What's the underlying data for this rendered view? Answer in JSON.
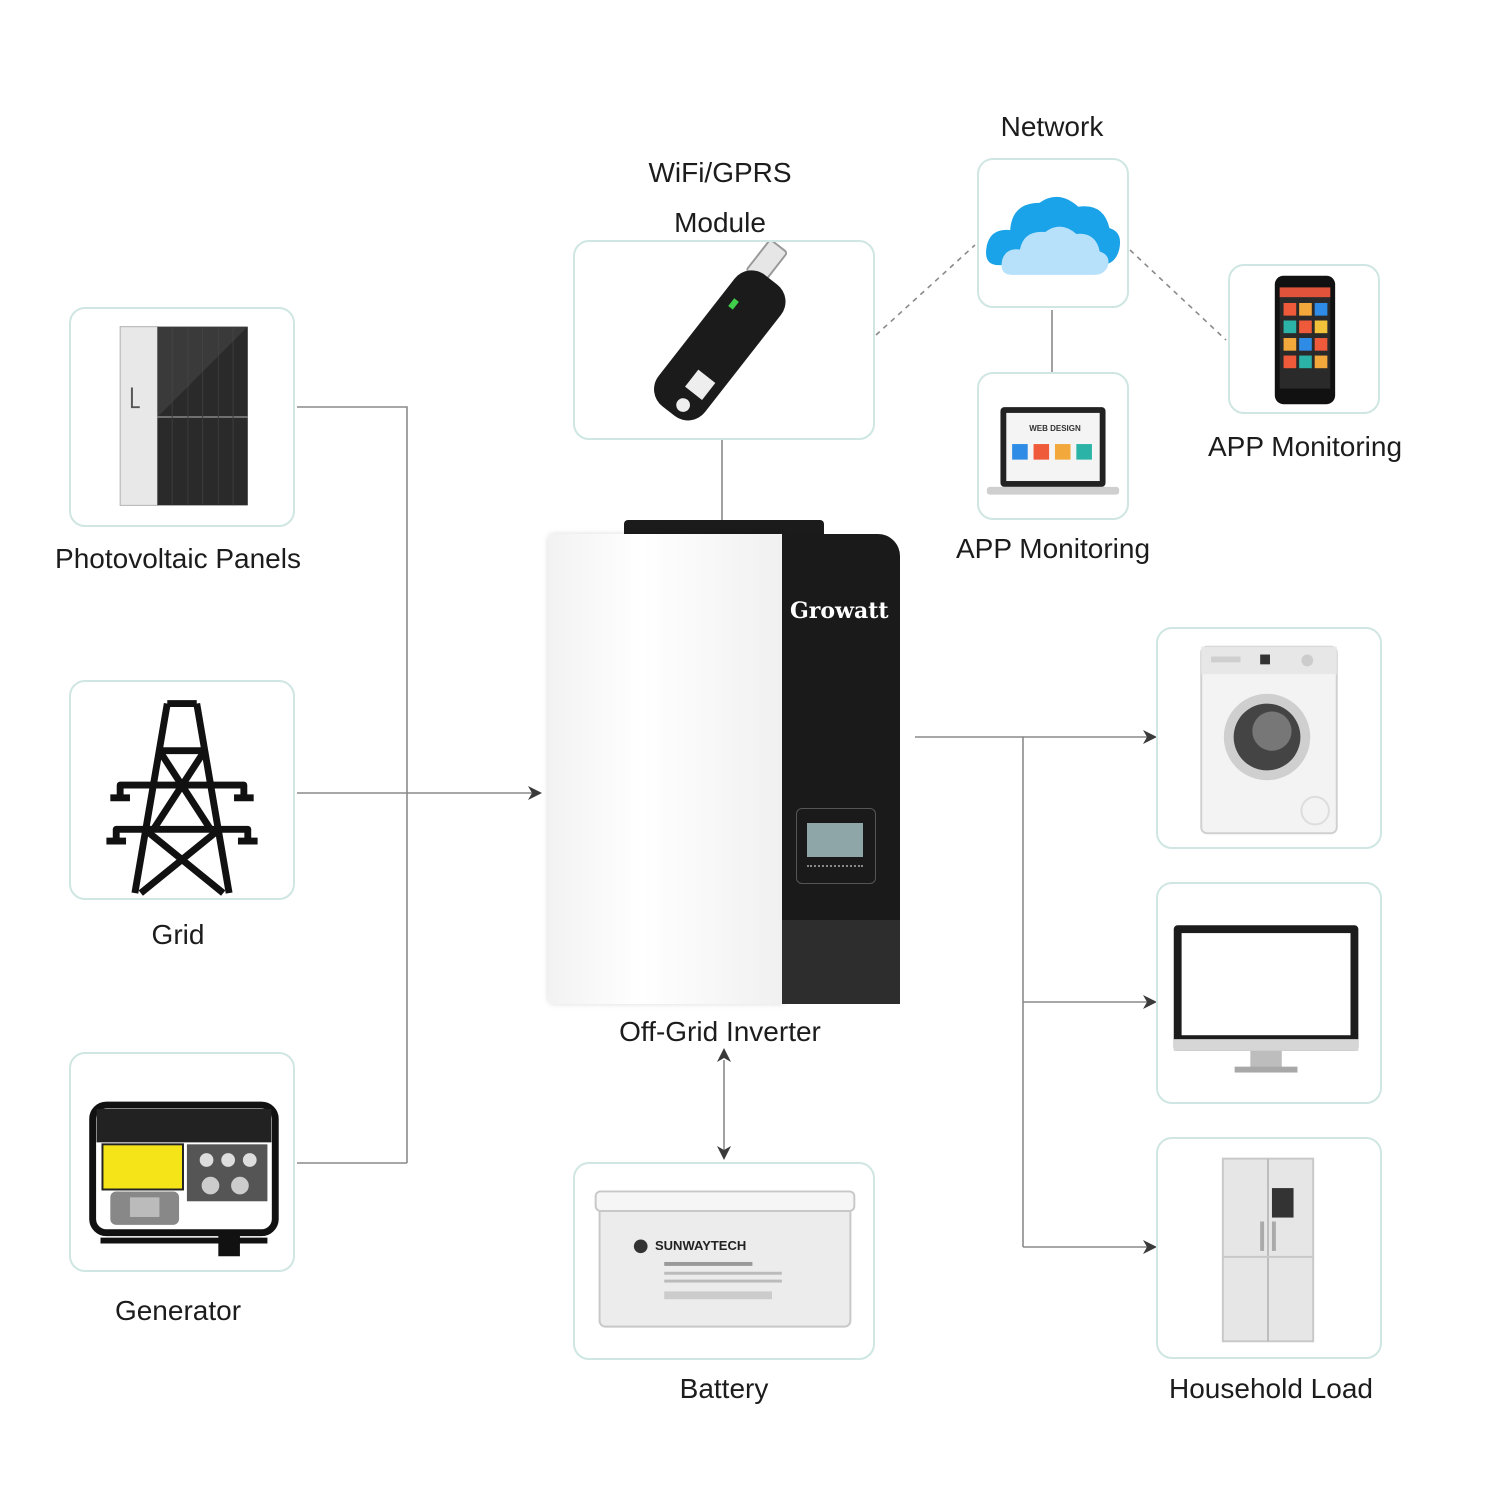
{
  "labels": {
    "pv": "Photovoltaic Panels",
    "grid": "Grid",
    "generator": "Generator",
    "wifi_line1": "WiFi/GPRS",
    "wifi_line2": "Module",
    "network": "Network",
    "app_laptop": "APP Monitoring",
    "app_phone": "APP Monitoring",
    "inverter": "Off-Grid Inverter",
    "battery": "Battery",
    "household": "Household Load"
  },
  "brand": {
    "inverter": "Growatt",
    "battery": "SUNWAYTECH",
    "laptop_screen": "WEB DESIGN"
  },
  "colors": {
    "box_border": "#cfe6e2",
    "line": "#8a8a8a",
    "cloud": "#1aa3e8",
    "inverter_dark": "#1a1a1a",
    "brand_green": "#3db34a"
  },
  "icons": {
    "pv": "solar-panel-icon",
    "grid": "power-tower-icon",
    "generator": "generator-icon",
    "wifi": "wifi-dongle-icon",
    "network": "cloud-icon",
    "laptop": "laptop-icon",
    "phone": "smartphone-icon",
    "battery": "battery-icon",
    "washer": "washing-machine-icon",
    "monitor": "monitor-icon",
    "fridge": "refrigerator-icon"
  }
}
